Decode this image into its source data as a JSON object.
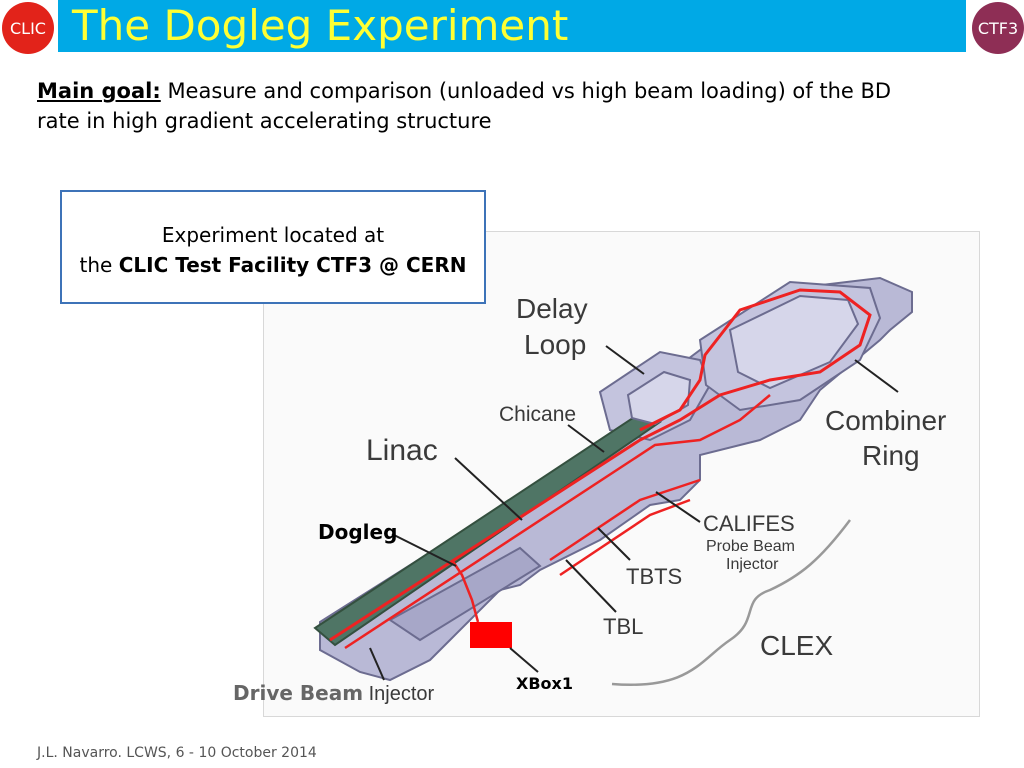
{
  "header": {
    "title": "The Dogleg Experiment",
    "logo_left_text": "CLIC",
    "logo_right_text": "CTF3"
  },
  "goal": {
    "label": "Main goal:",
    "text": " Measure and comparison (unloaded vs high beam loading) of the BD rate in high gradient accelerating structure"
  },
  "info_box": {
    "line1": "Experiment located at",
    "line2_prefix": "the ",
    "line2_bold": "CLIC Test Facility CTF3 @ CERN"
  },
  "map_labels": {
    "delay_loop_1": "Delay",
    "delay_loop_2": "Loop",
    "chicane": "Chicane",
    "linac": "Linac",
    "combiner_1": "Combiner",
    "combiner_2": "Ring",
    "califes": "CALIFES",
    "probe_1": "Probe Beam",
    "probe_2": "Injector",
    "tbts": "TBTS",
    "tbl": "TBL",
    "clex": "CLEX",
    "dogleg": "Dogleg",
    "xbox": "XBox1",
    "drive_1": "Drive Beam",
    "drive_2": " Injector"
  },
  "footer": "J.L. Navarro. LCWS, 6 - 10 October 2014",
  "colors": {
    "title_bar": "#00a9e6",
    "title_text": "#ffff33",
    "beam_line": "#ee2222",
    "building": "#b9b9d6",
    "linac_dark": "#4f7565",
    "xbox": "#ff0000",
    "box_border": "#3d73b8"
  }
}
